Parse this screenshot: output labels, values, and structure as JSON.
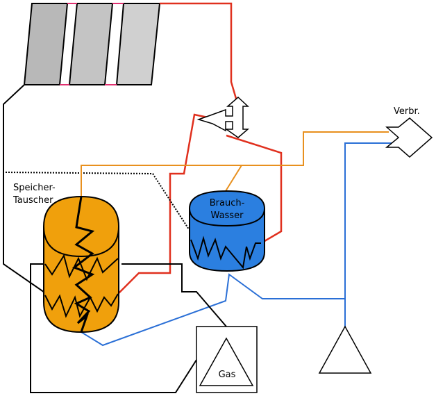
{
  "labels": {
    "speicher_line1": "Speicher-",
    "speicher_line2": "Tauscher",
    "brauch_line1": "Brauch-",
    "brauch_line2": "Wasser",
    "verbr": "Verbr.",
    "gas": "Gas"
  },
  "colors": {
    "red_pipe": "#e0301e",
    "orange_pipe": "#e8901e",
    "blue_pipe": "#2a6fd6",
    "black_pipe": "#000000",
    "storage_tank": "#f0a00c",
    "water_tank": "#2b7fe0",
    "collector_1": "#b8b8b8",
    "collector_2": "#c4c4c4",
    "collector_3": "#d0d0d0"
  }
}
